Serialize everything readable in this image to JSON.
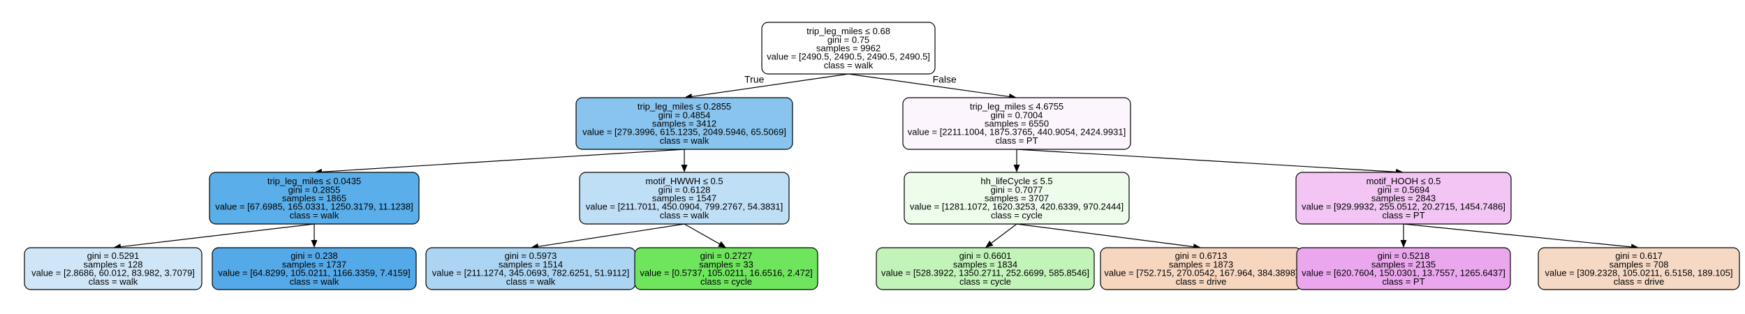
{
  "tree": {
    "nodes": [
      {
        "id": "n0",
        "lines": [
          "trip_leg_miles ≤ 0.68",
          "gini = 0.75",
          "samples = 9962",
          "value = [2490.5, 2490.5, 2490.5, 2490.5]",
          "class = walk"
        ],
        "fill": "#ffffff"
      },
      {
        "id": "n1",
        "lines": [
          "trip_leg_miles ≤ 0.2855",
          "gini = 0.4854",
          "samples = 3412",
          "value = [279.3996, 615.1235, 2049.5946, 65.5069]",
          "class = walk"
        ],
        "fill": "#88c4ee"
      },
      {
        "id": "n2",
        "lines": [
          "trip_leg_miles ≤ 4.6755",
          "gini = 0.7004",
          "samples = 6550",
          "value = [2211.1004, 1875.3765, 440.9054, 2424.9931]",
          "class = PT"
        ],
        "fill": "#fdf5fd"
      },
      {
        "id": "n3",
        "lines": [
          "trip_leg_miles ≤ 0.0435",
          "gini = 0.2855",
          "samples = 1865",
          "value = [67.6985, 165.0331, 1250.3179, 11.1238]",
          "class = walk"
        ],
        "fill": "#5aaee9"
      },
      {
        "id": "n4",
        "lines": [
          "motif_HWWH ≤ 0.5",
          "gini = 0.6128",
          "samples = 1547",
          "value = [211.7011, 450.0904, 799.2767, 54.3831]",
          "class = walk"
        ],
        "fill": "#bfdff7"
      },
      {
        "id": "n5",
        "lines": [
          "hh_lifeCycle ≤ 5.5",
          "gini = 0.7077",
          "samples = 3707",
          "value = [1281.1072, 1620.3253, 420.6339, 970.2444]",
          "class = cycle"
        ],
        "fill": "#eefcec"
      },
      {
        "id": "n6",
        "lines": [
          "motif_HOOH ≤ 0.5",
          "gini = 0.5694",
          "samples = 2843",
          "value = [929.9932, 255.0512, 20.2715, 1454.7486]",
          "class = PT"
        ],
        "fill": "#f2c5f4"
      },
      {
        "id": "n7",
        "lines": [
          "gini = 0.5291",
          "samples = 128",
          "value = [2.8686, 60.012, 83.982, 3.7079]",
          "class = walk"
        ],
        "fill": "#cfe6f8"
      },
      {
        "id": "n8",
        "lines": [
          "gini = 0.238",
          "samples = 1737",
          "value = [64.8299, 105.0211, 1166.3359, 7.4159]",
          "class = walk"
        ],
        "fill": "#54a9e8"
      },
      {
        "id": "n9",
        "lines": [
          "gini = 0.5973",
          "samples = 1514",
          "value = [211.1274, 345.0693, 782.6251, 51.9112]",
          "class = walk"
        ],
        "fill": "#acd5f3"
      },
      {
        "id": "n10",
        "lines": [
          "gini = 0.2727",
          "samples = 33",
          "value = [0.5737, 105.0211, 16.6516, 2.472]",
          "class = cycle"
        ],
        "fill": "#6ee55d"
      },
      {
        "id": "n11",
        "lines": [
          "gini = 0.6601",
          "samples = 1834",
          "value = [528.3922, 1350.2711, 252.6699, 585.8546]",
          "class = cycle"
        ],
        "fill": "#c2f4ba"
      },
      {
        "id": "n12",
        "lines": [
          "gini = 0.6713",
          "samples = 1873",
          "value = [752.715, 270.0542, 167.964, 384.3898]",
          "class = drive"
        ],
        "fill": "#f7d6c0"
      },
      {
        "id": "n13",
        "lines": [
          "gini = 0.5218",
          "samples = 2135",
          "value = [620.7604, 150.0301, 13.7557, 1265.6437]",
          "class = PT"
        ],
        "fill": "#eba7ee"
      },
      {
        "id": "n14",
        "lines": [
          "gini = 0.617",
          "samples = 708",
          "value = [309.2328, 105.0211, 6.5158, 189.105]",
          "class = drive"
        ],
        "fill": "#f6d9c5"
      }
    ],
    "edges": [
      {
        "from": "n0",
        "to": "n1",
        "label": "True"
      },
      {
        "from": "n0",
        "to": "n2",
        "label": "False"
      },
      {
        "from": "n1",
        "to": "n3"
      },
      {
        "from": "n1",
        "to": "n4"
      },
      {
        "from": "n2",
        "to": "n5"
      },
      {
        "from": "n2",
        "to": "n6"
      },
      {
        "from": "n3",
        "to": "n7"
      },
      {
        "from": "n3",
        "to": "n8"
      },
      {
        "from": "n4",
        "to": "n9"
      },
      {
        "from": "n4",
        "to": "n10"
      },
      {
        "from": "n5",
        "to": "n11"
      },
      {
        "from": "n5",
        "to": "n12"
      },
      {
        "from": "n6",
        "to": "n13"
      },
      {
        "from": "n6",
        "to": "n14"
      }
    ]
  }
}
